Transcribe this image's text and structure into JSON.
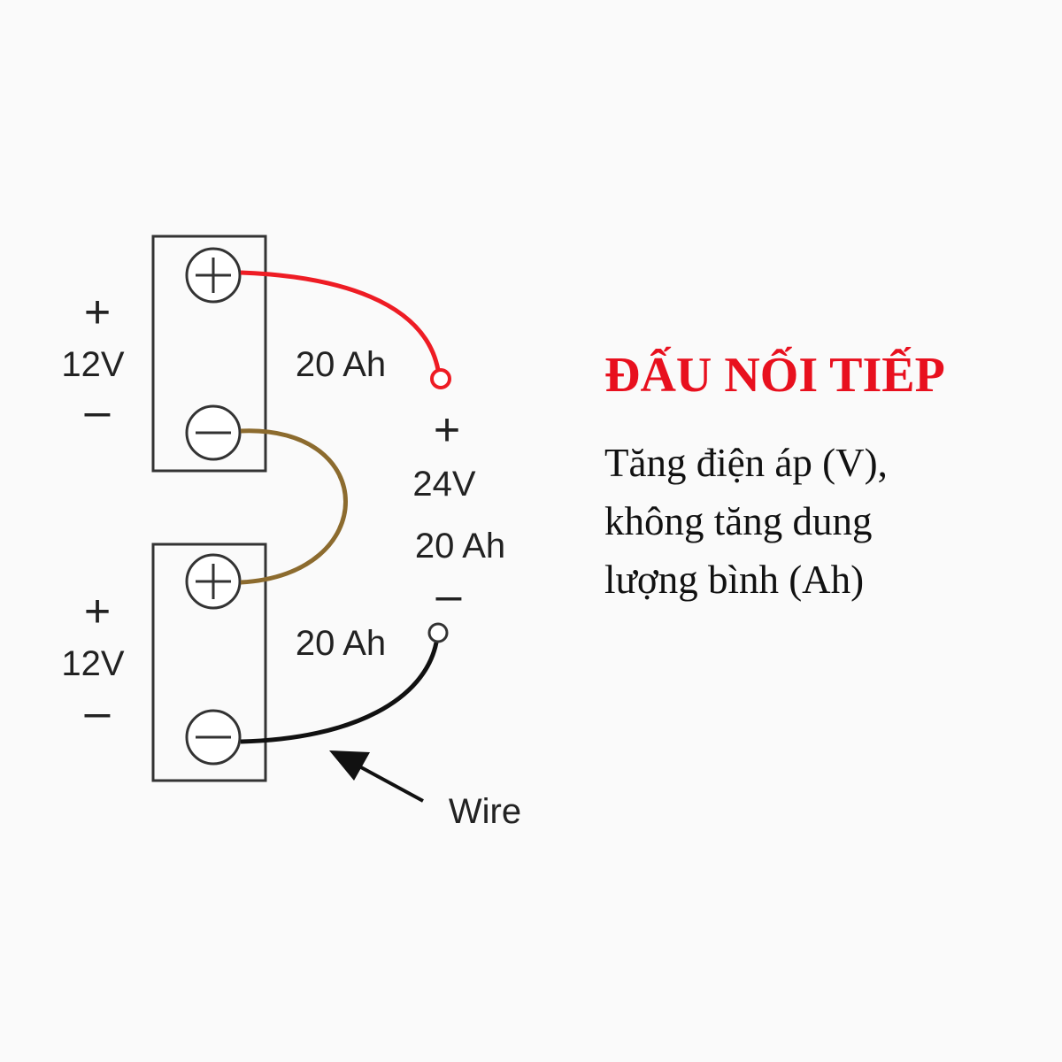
{
  "title": "ĐẤU NỐI TIẾP",
  "description": [
    "Tăng điện áp (V),",
    "không tăng dung",
    "lượng bình (Ah)"
  ],
  "batteries": [
    {
      "plus": "+",
      "voltage": "12V",
      "minus": "–",
      "capacity": "20 Ah"
    },
    {
      "plus": "+",
      "voltage": "12V",
      "minus": "–",
      "capacity": "20 Ah"
    }
  ],
  "output": {
    "plus": "+",
    "voltage": "24V",
    "capacity": "20 Ah",
    "minus": "–"
  },
  "wire_label": "Wire",
  "colors": {
    "positive_wire": "#ee1c24",
    "link_wire": "#8c6b2e",
    "negative_wire": "#111111",
    "title": "#e8101e"
  }
}
